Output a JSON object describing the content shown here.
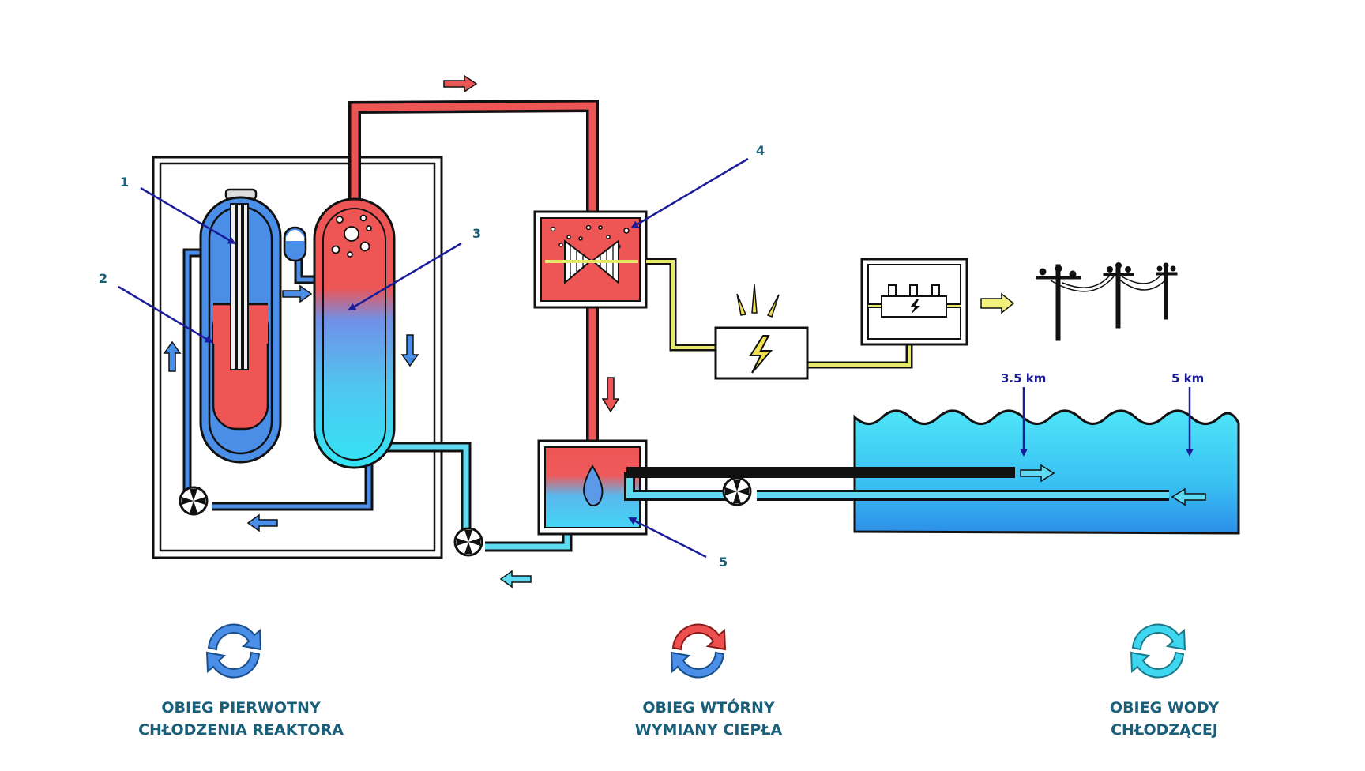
{
  "callouts": {
    "c1": "1",
    "c2": "2",
    "c3": "3",
    "c4": "4",
    "c5": "5"
  },
  "distances": {
    "near": "3.5 km",
    "far": "5 km"
  },
  "legend": [
    {
      "line1": "OBIEG PIERWOTNY",
      "line2": "CHŁODZENIA REAKTORA",
      "color": "#4a8ee8"
    },
    {
      "line1": "OBIEG WTÓRNY",
      "line2": "WYMIANY CIEPŁA",
      "color": "#ee5050"
    },
    {
      "line1": "OBIEG WODY",
      "line2": "CHŁODZĄCEJ",
      "color": "#3fd6f0"
    }
  ],
  "colors": {
    "primary_blue": "#4a8ee8",
    "hot_red": "#ee5555",
    "cooling_cyan": "#3fd6f0",
    "label_teal": "#1a5f7a",
    "pointer_navy": "#1c1c9a",
    "wire_yellow": "#e8e86a"
  }
}
